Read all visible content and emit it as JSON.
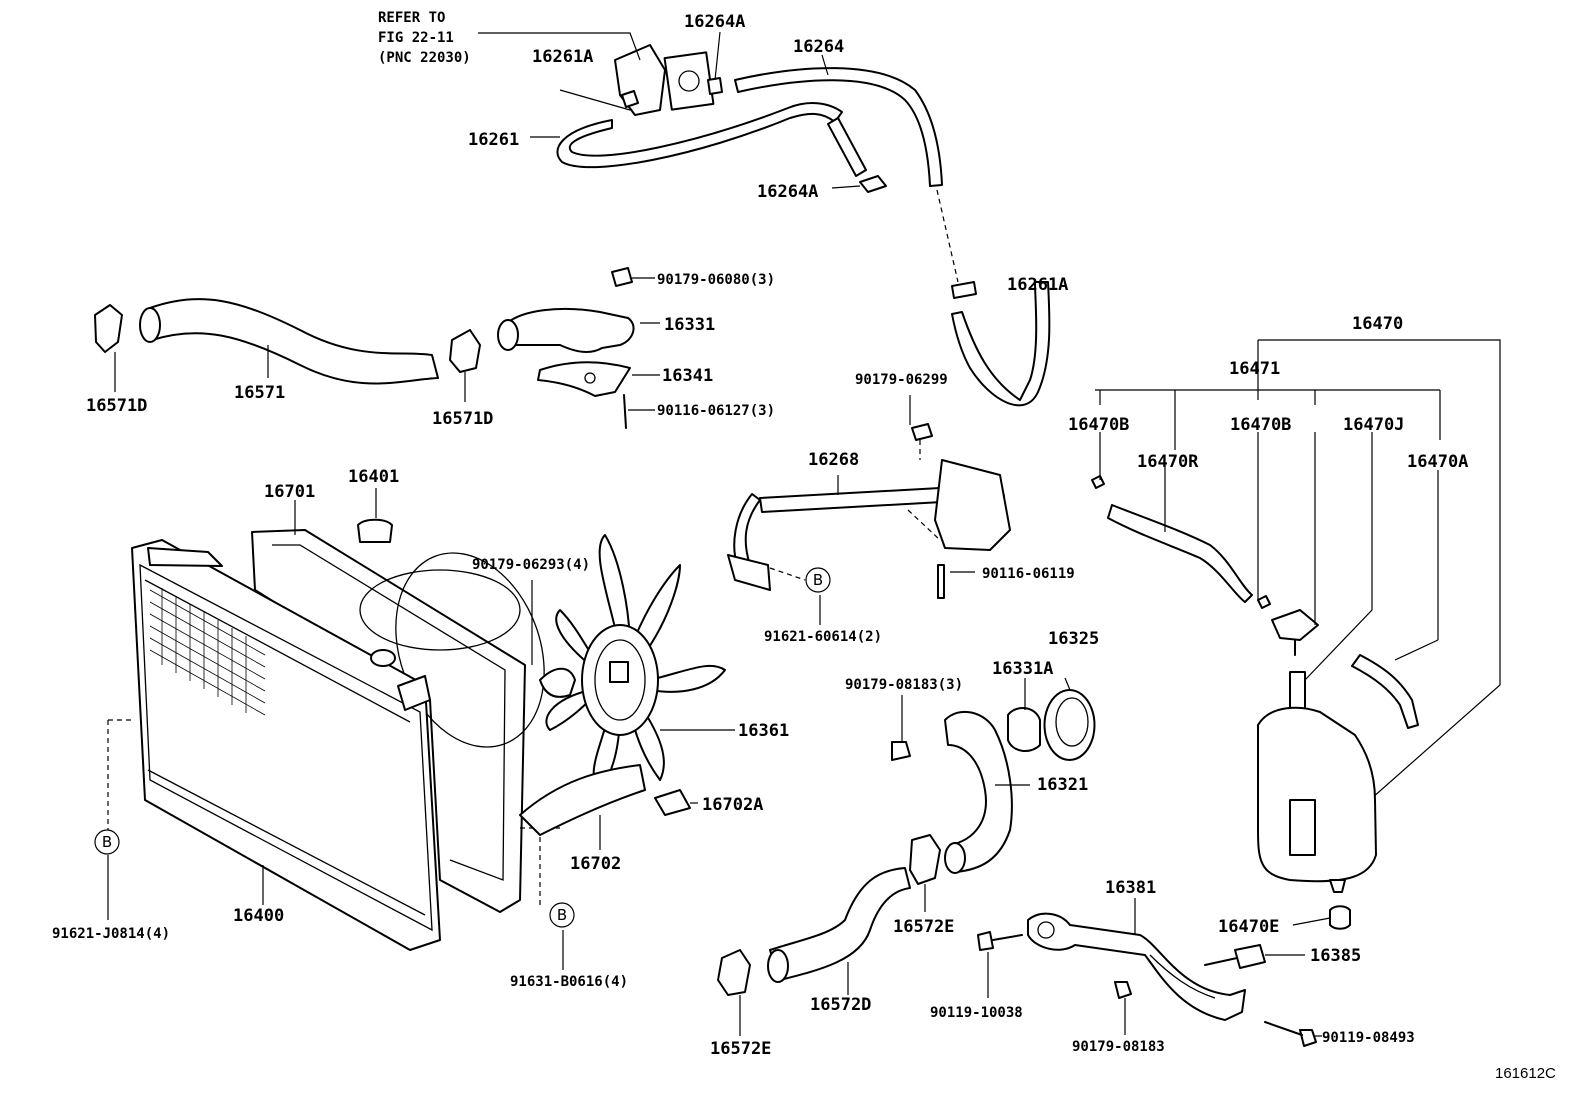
{
  "note": {
    "line1": "REFER TO",
    "line2": "FIG 22-11",
    "line3": "(PNC 22030)"
  },
  "ref_marker": "B",
  "illustration_id": "161612C",
  "labels": {
    "p16264A_top": "16264A",
    "p16264": "16264",
    "p16261A_top": "16261A",
    "p16261": "16261",
    "p16264A_low": "16264A",
    "p16261A_right": "16261A",
    "p90179_06080": "90179-06080(3)",
    "p16331": "16331",
    "p16341": "16341",
    "p90116_06127": "90116-06127(3)",
    "p16571": "16571",
    "p16571D_left": "16571D",
    "p16571D_right": "16571D",
    "p16470": "16470",
    "p16471": "16471",
    "p16470B_left": "16470B",
    "p16470B_mid": "16470B",
    "p16470J": "16470J",
    "p16470R": "16470R",
    "p16470A": "16470A",
    "p90179_06299": "90179-06299",
    "p16268": "16268",
    "p90116_06119": "90116-06119",
    "p91621_60614": "91621-60614(2)",
    "p16701": "16701",
    "p16401": "16401",
    "p90179_06293": "90179-06293(4)",
    "p16361": "16361",
    "p16702A": "16702A",
    "p16702": "16702",
    "p16400": "16400",
    "p91621_J0814": "91621-J0814(4)",
    "p91631_B0616": "91631-B0616(4)",
    "p16325": "16325",
    "p16331A": "16331A",
    "p90179_08183_3": "90179-08183(3)",
    "p16321": "16321",
    "p16572E_mid": "16572E",
    "p16572D": "16572D",
    "p16572E_low": "16572E",
    "p16381": "16381",
    "p90119_10038": "90119-10038",
    "p90179_08183": "90179-08183",
    "p16470E": "16470E",
    "p16385": "16385",
    "p90119_08493": "90119-08493"
  }
}
